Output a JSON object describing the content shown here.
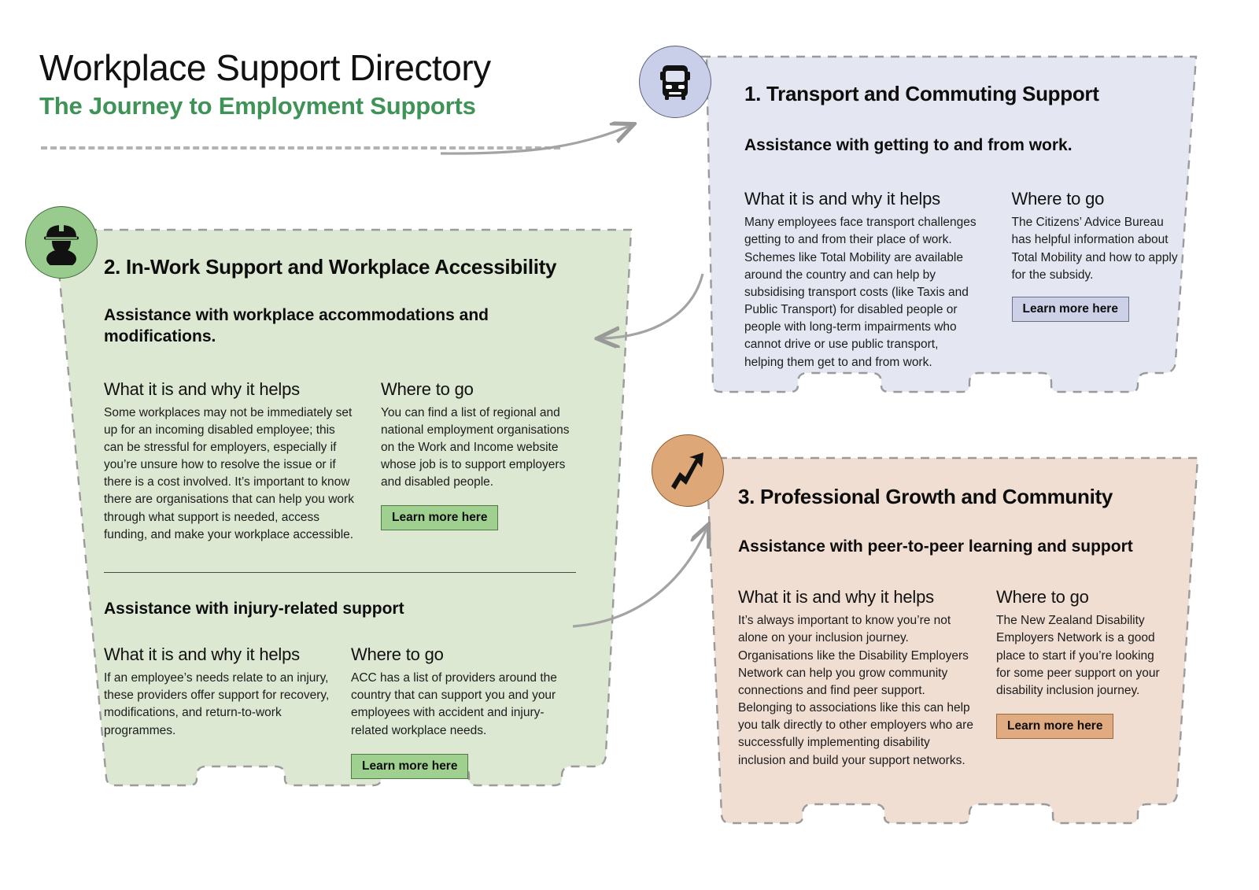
{
  "header": {
    "title": "Workplace Support Directory",
    "subtitle": "The Journey to Employment Supports",
    "accent_color": "#3e9357"
  },
  "common": {
    "what_heading": "What it is and why it helps",
    "where_heading": "Where to go",
    "learn_more_label": "Learn more here"
  },
  "cards": [
    {
      "id": "transport",
      "number": "1.",
      "title": "1. Transport and Commuting Support",
      "lead": "Assistance with getting to and from work.",
      "icon": "bus-icon",
      "background_color": "#e4e7f1",
      "badge_color": "#c9cfe8",
      "button_color": "#ccd1e8",
      "sections": [
        {
          "what_heading": "What it is and why it helps",
          "what_body": "Many employees face transport challenges getting to and from their place of work. Schemes like Total Mobility are available around the country and can help by subsidising transport costs (like Taxis and Public Transport) for disabled people or people with long-term impairments who cannot drive or use public transport, helping them get to and from work.",
          "where_heading": "Where to go",
          "where_body": "The Citizens’ Advice Bureau has helpful information about Total Mobility and how to apply for the subsidy.",
          "button_label": "Learn more here"
        }
      ]
    },
    {
      "id": "inwork",
      "number": "2.",
      "title": "2. In-Work Support and Workplace Accessibility",
      "lead": "Assistance with workplace accommodations and modifications.",
      "icon": "hard-hat-worker-icon",
      "background_color": "#dde8d3",
      "badge_color": "#9acb8e",
      "button_color": "#9fd08f",
      "sections": [
        {
          "what_heading": "What it is and why it helps",
          "what_body": "Some workplaces may not be immediately set up for an incoming disabled employee; this can be stressful for employers, especially if you’re unsure how to resolve the issue or if there is a cost involved. It’s important to know there are organisations that can help you work through what support is needed, access funding, and make your workplace accessible.",
          "where_heading": "Where to go",
          "where_body": "You can find a list of regional and national employment organisations on the Work and Income website whose job is to support employers and disabled people.",
          "button_label": "Learn more here"
        },
        {
          "subheading": "Assistance with injury-related support",
          "what_heading": "What it is and why it helps",
          "what_body": "If an employee’s needs relate to an injury, these providers offer support for recovery, modifications, and return-to-work programmes.",
          "where_heading": "Where to go",
          "where_body": "ACC has a list of providers around the country that can support you and your employees with accident and injury-related workplace needs.",
          "button_label": "Learn more here"
        }
      ]
    },
    {
      "id": "growth",
      "number": "3.",
      "title": "3. Professional Growth and Community",
      "lead": "Assistance with peer-to-peer learning and support",
      "icon": "growth-arrow-icon",
      "background_color": "#f0ded2",
      "badge_color": "#dda778",
      "button_color": "#e0ab80",
      "sections": [
        {
          "what_heading": "What it is and why it helps",
          "what_body": "It’s always important to know you’re not alone on your inclusion journey. Organisations like the Disability Employers Network can help you grow community connections and find peer support. Belonging to associations like this can help you talk directly to other employers who are successfully implementing disability inclusion and build your support networks.",
          "where_heading": "Where to go",
          "where_body": "The New Zealand Disability Employers Network is a good place to start if you’re looking for some peer support on your disability inclusion journey.",
          "button_label": "Learn more here"
        }
      ]
    }
  ]
}
